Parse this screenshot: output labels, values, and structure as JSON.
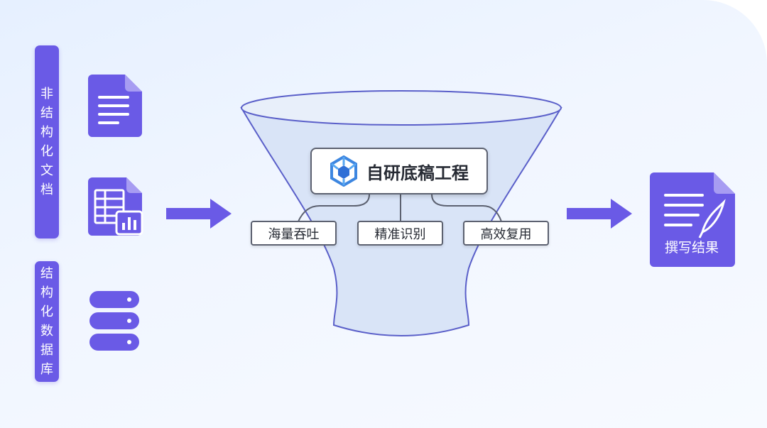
{
  "left": {
    "unstructured_label": "非结构化文档",
    "structured_label": "结构化数据库"
  },
  "center": {
    "core_title": "自研底稿工程",
    "tags": [
      "海量吞吐",
      "精准识别",
      "高效复用"
    ]
  },
  "right": {
    "result_label": "撰写结果"
  },
  "colors": {
    "accent": "#6a5ae6",
    "funnel_fill": "#d9e4f7",
    "funnel_stroke": "#5a5fc9",
    "box_border": "#5c6170"
  },
  "icons": [
    "text-document-icon",
    "spreadsheet-chart-icon",
    "database-icon",
    "engineering-cube-icon",
    "quill-document-icon",
    "arrow-right-icon"
  ]
}
